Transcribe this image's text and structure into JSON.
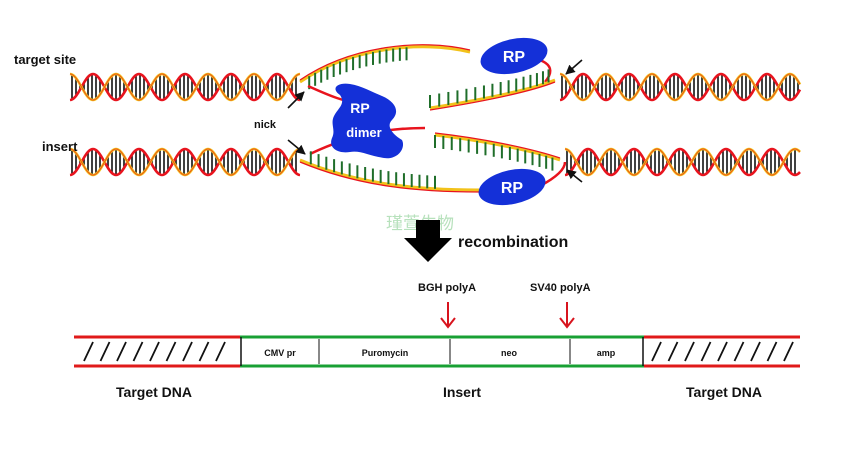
{
  "labels": {
    "target_site": "target site",
    "insert": "insert",
    "nick": "nick",
    "recombination": "recombination",
    "bgh_polya": "BGH polyA",
    "sv40_polya": "SV40 polyA",
    "target_dna_left": "Target DNA",
    "insert_bottom": "Insert",
    "target_dna_right": "Target DNA"
  },
  "proteins": {
    "rp_top": "RP",
    "rp_bottom": "RP",
    "dimer_line1": "RP",
    "dimer_line2": "dimer"
  },
  "watermark": "瑾萱生物",
  "construct_segments": [
    "CMV pr",
    "Puromycin",
    "neo",
    "amp"
  ],
  "colors": {
    "strand_red": "#e8141e",
    "strand_yellow": "#f2c21a",
    "rung_black": "#111111",
    "rung_green": "#1f6e2a",
    "protein_blue": "#1430d8",
    "arrow_red": "#d8141e",
    "construct_green": "#18a034",
    "construct_red": "#e01a1a"
  }
}
